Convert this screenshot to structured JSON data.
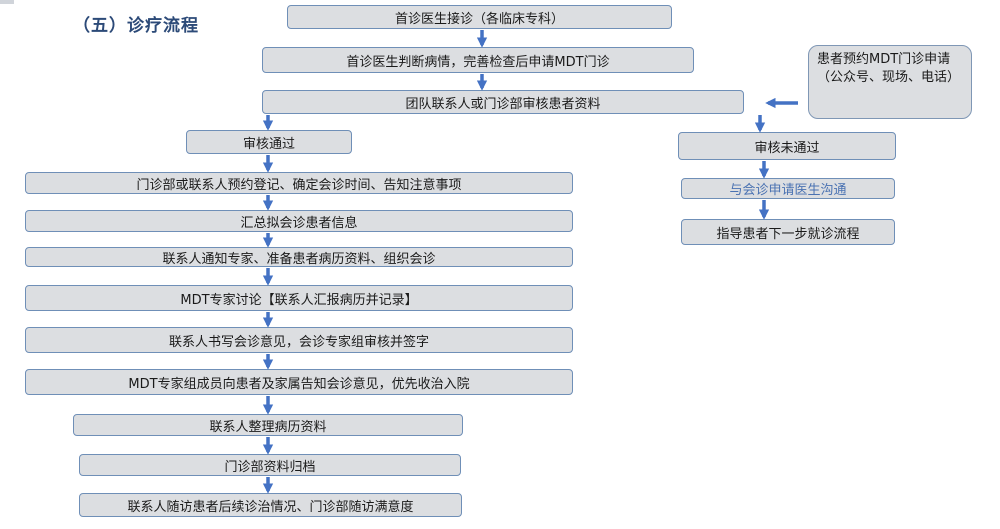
{
  "title": "（五）诊疗流程",
  "colors": {
    "box_fill": "#dcdee1",
    "box_border": "#6f8fb7",
    "arrow": "#4472c4",
    "title": "#2c4a78",
    "link_text": "#4a72b2"
  },
  "flow": {
    "first_visit": "首诊医生接诊（各临床专科）",
    "judge": "首诊医生判断病情，完善检查后申请MDT门诊",
    "review": "团队联系人或门诊部审核患者资料",
    "approved": "审核通过",
    "register": "门诊部或联系人预约登记、确定会诊时间、告知注意事项",
    "summary": "汇总拟会诊患者信息",
    "notify": "联系人通知专家、准备患者病历资料、组织会诊",
    "discussion": "MDT专家讨论【联系人汇报病历并记录】",
    "write_opinion": "联系人书写会诊意见，会诊专家组审核并签字",
    "inform": "MDT专家组成员向患者及家属告知会诊意见，优先收治入院",
    "organize": "联系人整理病历资料",
    "archive": "门诊部资料归档",
    "follow_up": "联系人随访患者后续诊治情况、门诊部随访满意度",
    "rejected": "审核未通过",
    "communicate": "与会诊申请医生沟通",
    "guide": "指导患者下一步就诊流程",
    "patient_booking": "患者预约MDT门诊申请（公众号、现场、电话）"
  },
  "diagram": {
    "nodes": [
      {
        "id": "first_visit",
        "text_key": "first_visit",
        "style": "normal"
      },
      {
        "id": "judge",
        "text_key": "judge",
        "style": "normal"
      },
      {
        "id": "review",
        "text_key": "review",
        "style": "normal"
      },
      {
        "id": "approved",
        "text_key": "approved",
        "style": "normal"
      },
      {
        "id": "register",
        "text_key": "register",
        "style": "normal"
      },
      {
        "id": "summary",
        "text_key": "summary",
        "style": "normal"
      },
      {
        "id": "notify",
        "text_key": "notify",
        "style": "normal"
      },
      {
        "id": "discussion",
        "text_key": "discussion",
        "style": "normal"
      },
      {
        "id": "write_opinion",
        "text_key": "write_opinion",
        "style": "normal"
      },
      {
        "id": "inform",
        "text_key": "inform",
        "style": "normal"
      },
      {
        "id": "organize",
        "text_key": "organize",
        "style": "normal"
      },
      {
        "id": "archive",
        "text_key": "archive",
        "style": "normal"
      },
      {
        "id": "follow_up",
        "text_key": "follow_up",
        "style": "normal"
      },
      {
        "id": "rejected",
        "text_key": "rejected",
        "style": "normal"
      },
      {
        "id": "communicate",
        "text_key": "communicate",
        "style": "link"
      },
      {
        "id": "guide",
        "text_key": "guide",
        "style": "normal"
      },
      {
        "id": "patient_booking",
        "text_key": "patient_booking",
        "style": "note"
      }
    ],
    "edges": [
      {
        "from": "first_visit",
        "to": "judge"
      },
      {
        "from": "judge",
        "to": "review"
      },
      {
        "from": "patient_booking",
        "to": "review"
      },
      {
        "from": "review",
        "to": "approved"
      },
      {
        "from": "review",
        "to": "rejected"
      },
      {
        "from": "approved",
        "to": "register"
      },
      {
        "from": "register",
        "to": "summary"
      },
      {
        "from": "summary",
        "to": "notify"
      },
      {
        "from": "notify",
        "to": "discussion"
      },
      {
        "from": "discussion",
        "to": "write_opinion"
      },
      {
        "from": "write_opinion",
        "to": "inform"
      },
      {
        "from": "inform",
        "to": "organize"
      },
      {
        "from": "organize",
        "to": "archive"
      },
      {
        "from": "archive",
        "to": "follow_up"
      },
      {
        "from": "rejected",
        "to": "communicate"
      },
      {
        "from": "communicate",
        "to": "guide"
      }
    ]
  }
}
